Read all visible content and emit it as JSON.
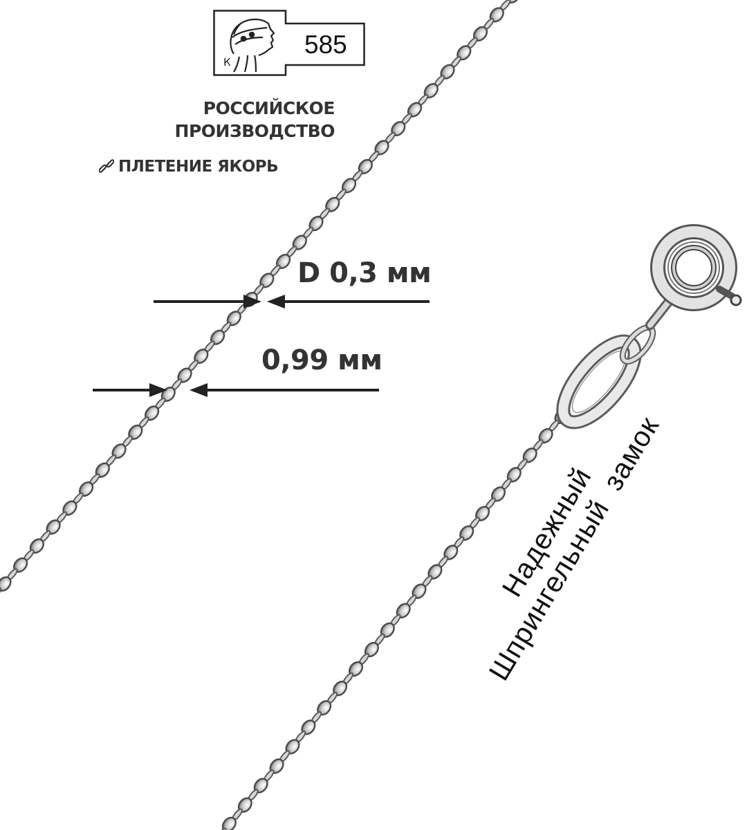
{
  "hallmark": {
    "letter": "К",
    "fineness": "585",
    "emblem": "female-profile-kokoshnik"
  },
  "origin": {
    "line1": "РОССИЙСКОЕ",
    "line2": "ПРОИЗВОДСТВО"
  },
  "weave": {
    "icon": "link-icon",
    "label": "ПЛЕТЕНИЕ ЯКОРЬ"
  },
  "dimensions": {
    "wire_diameter_label": "D 0,3 мм",
    "link_width_label": "0,99 мм"
  },
  "clasp_caption": {
    "line1": "Надежный",
    "line2": "Шпрингельный  замок"
  },
  "colors": {
    "text": "#333333",
    "arrow": "#222222",
    "chain": "#8a8a8a",
    "background": "#ffffff"
  }
}
